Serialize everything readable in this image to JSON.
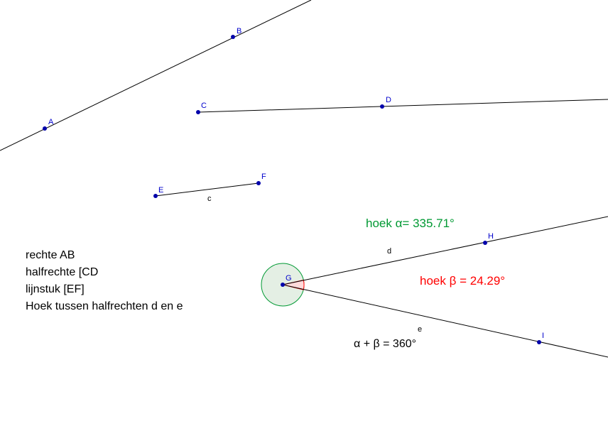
{
  "colors": {
    "point": "#0000aa",
    "point_label": "#0000cc",
    "line": "#000000",
    "alpha": "#009933",
    "alpha_fill": "#e4efe4",
    "beta": "#ff0000"
  },
  "points": {
    "A": "A",
    "B": "B",
    "C": "C",
    "D": "D",
    "E": "E",
    "F": "F",
    "G": "G",
    "H": "H",
    "I": "I"
  },
  "objects": {
    "segment_c": "c",
    "ray_d": "d",
    "ray_e": "e"
  },
  "legend": {
    "line": "rechte AB",
    "ray": "halfrechte [CD",
    "segment": "lijnstuk [EF]",
    "angle": "Hoek tussen halfrechten d en e"
  },
  "angles": {
    "alpha_text": "hoek α= 335.71°",
    "beta_text": "hoek β = 24.29°",
    "alpha_deg": 335.71,
    "beta_deg": 24.29,
    "relation": "α + β = 360°"
  }
}
